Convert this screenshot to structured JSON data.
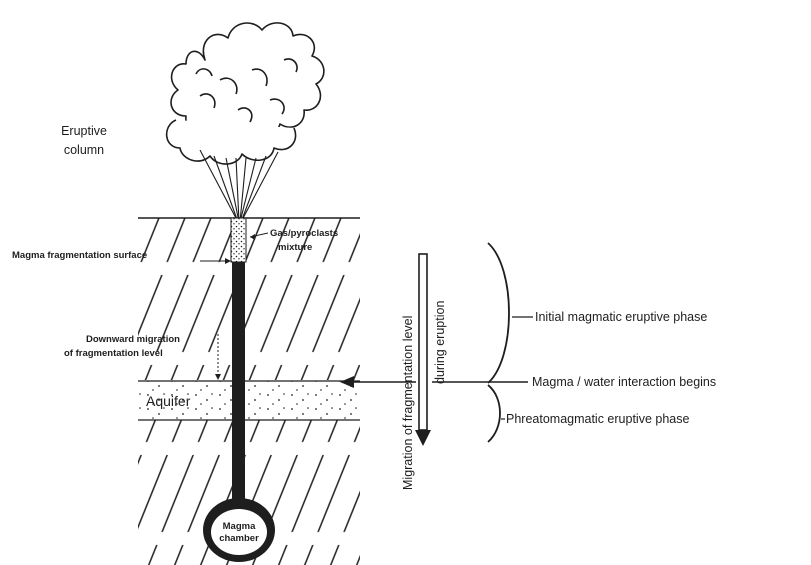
{
  "labels": {
    "eruptive_column_line1": "Eruptive",
    "eruptive_column_line2": "column",
    "gas_pyroclasts_line1": "Gas/pyroclasts",
    "gas_pyroclasts_line2": "mixture",
    "magma_fragmentation_surface": "Magma fragmentation surface",
    "downward_migration_line1": "Downward migration",
    "downward_migration_line2": "of fragmentation level",
    "aquifer": "Aquifer",
    "magma_chamber_line1": "Magma",
    "magma_chamber_line2": "chamber",
    "migration_arrow_line1": "Migration of fragmentation level",
    "migration_arrow_line2": "during eruption",
    "initial_phase": "Initial magmatic eruptive phase",
    "magma_water_interaction": "Magma / water interaction begins",
    "phreatomagmatic_phase": "Phreatomagmatic eruptive phase"
  },
  "colors": {
    "ink": "#1e1e1e",
    "paper": "#ffffff"
  }
}
